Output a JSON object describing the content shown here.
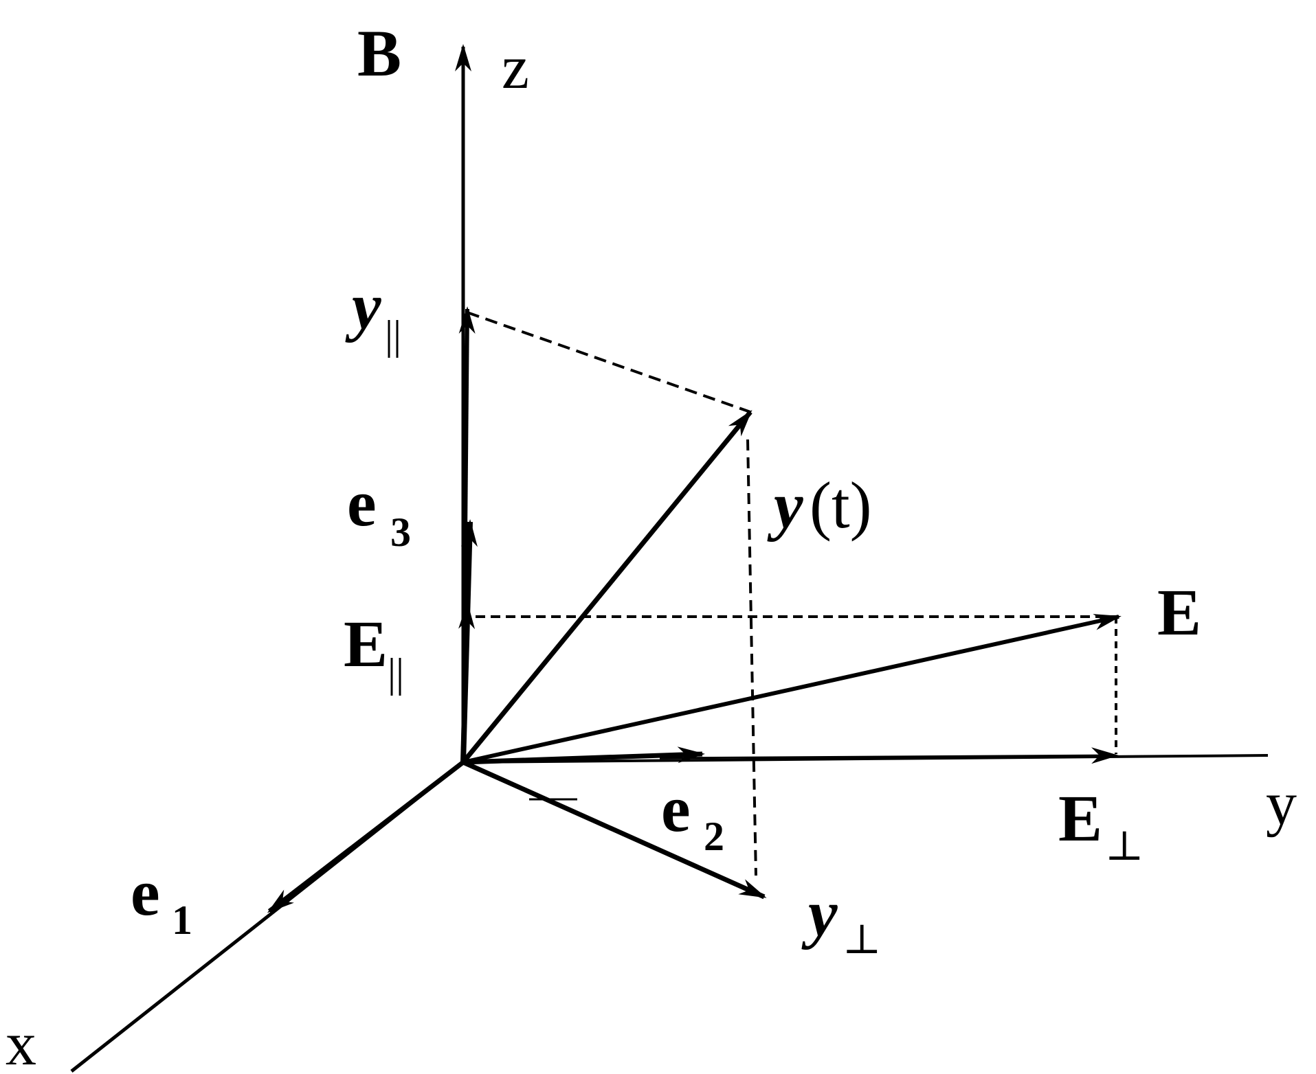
{
  "labels": {
    "B": "B",
    "z": "z",
    "y_axis": "y",
    "x_axis": "x",
    "e1": "e",
    "e1_sub": "1",
    "e2": "e",
    "e2_sub": "2",
    "e3": "e",
    "e3_sub": "3",
    "y_par": "y",
    "y_par_sub": "||",
    "y_t": "y",
    "y_t_rest": "(t)",
    "y_perp": "y",
    "y_perp_sub": "⊥",
    "E": "E",
    "E_par": "E",
    "E_par_sub": "||",
    "E_perp": "E",
    "E_perp_sub": "⊥"
  }
}
